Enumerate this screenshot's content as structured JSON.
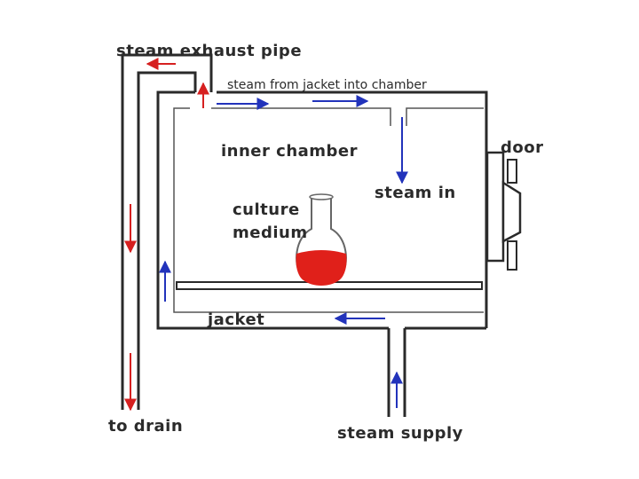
{
  "labels": {
    "exhaust_pipe": "steam exhaust pipe",
    "jacket_to_chamber": "steam from jacket into chamber",
    "inner_chamber": "inner chamber",
    "door": "door",
    "steam_in": "steam in",
    "culture": "culture",
    "medium": "medium",
    "jacket": "jacket",
    "to_drain": "to drain",
    "steam_supply": "steam supply"
  },
  "colors": {
    "exhaust_flow": "#d62020",
    "steam_flow": "#2233bb",
    "medium_fill": "#e0201a",
    "outline": "#2a2a2a"
  },
  "icons": {
    "flask": "flask-icon",
    "arrow": "flow-arrow-icon"
  }
}
